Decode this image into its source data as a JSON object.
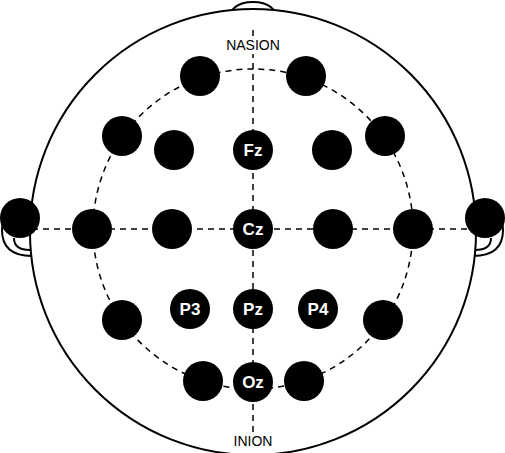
{
  "diagram": {
    "nodes": [
      {
        "text": [
          "Fz"
        ]
      },
      {
        "text": [
          "Cz"
        ]
      },
      {
        "text": [
          "P3"
        ]
      },
      {
        "text": [
          "Pz"
        ]
      },
      {
        "text": [
          "P4"
        ]
      },
      {
        "text": [
          "Oz"
        ]
      }
    ],
    "labels": [
      "NASION",
      "INION"
    ]
  }
}
